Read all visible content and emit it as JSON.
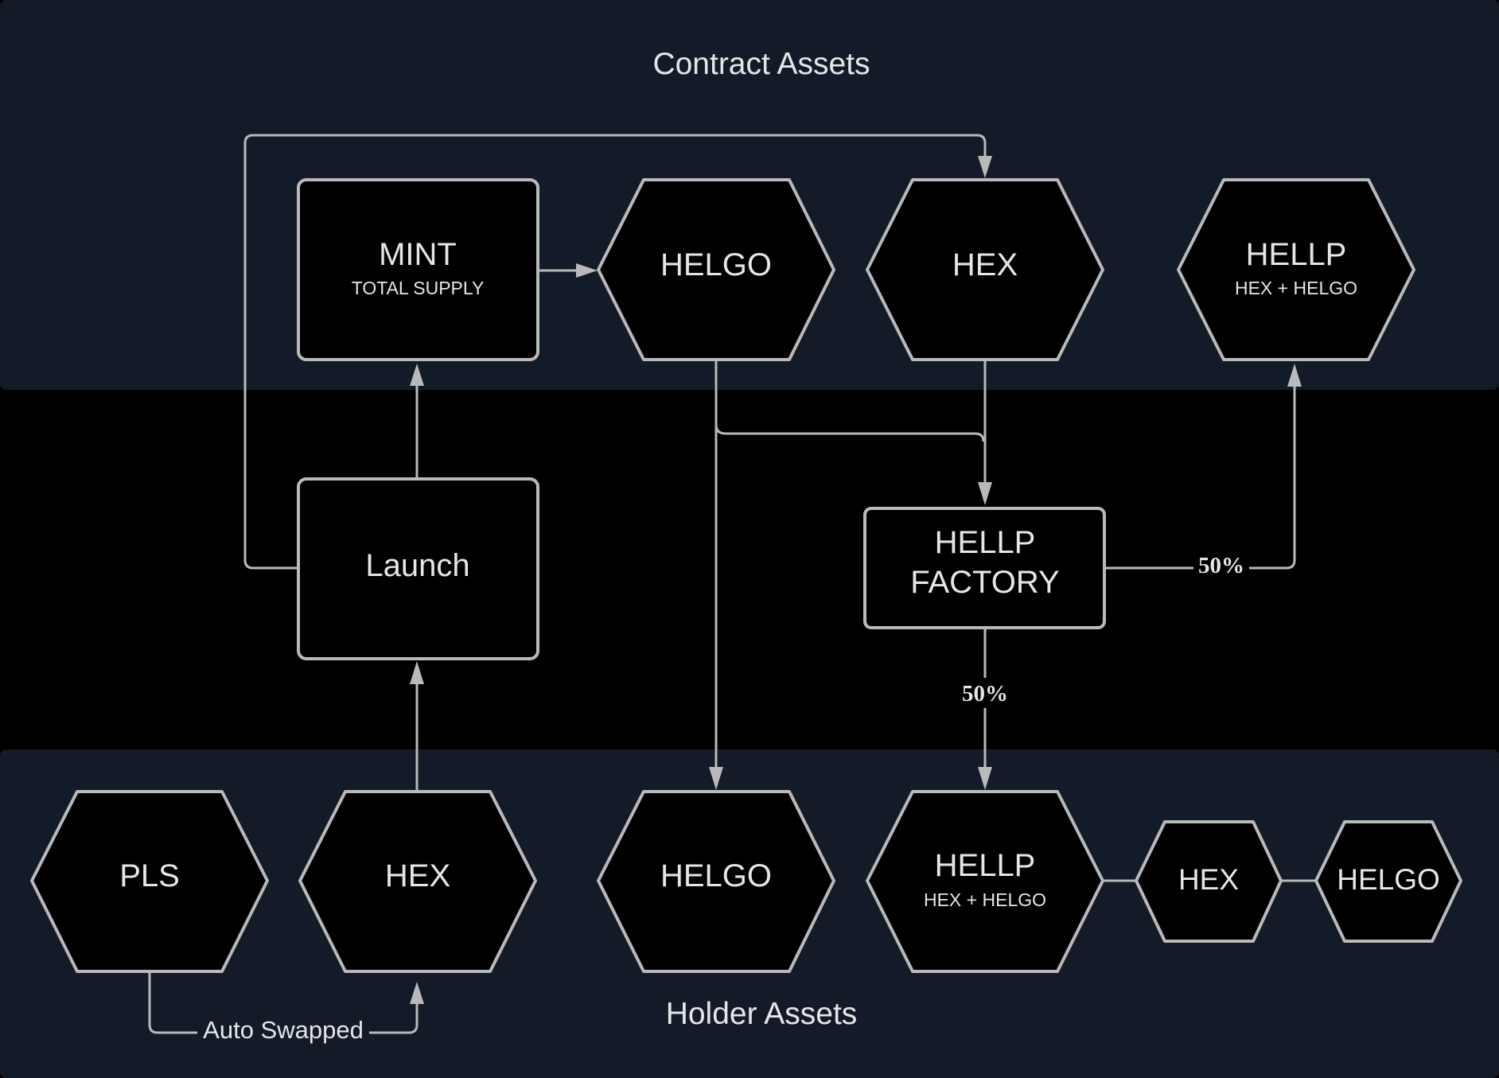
{
  "colors": {
    "lane_background": "#131b29",
    "middle_background": "#000000",
    "node_fill": "#000000",
    "node_stroke": "#b9b9b9",
    "connector": "#b9b9b9",
    "text": "#e6e6e6"
  },
  "lanes": {
    "top": "Contract Assets",
    "bottom": "Holder Assets"
  },
  "nodes": {
    "mint": {
      "title": "MINT",
      "subtitle": "TOTAL SUPPLY",
      "shape": "rectangle"
    },
    "helgo_contract": {
      "title": "HELGO",
      "shape": "hexagon"
    },
    "hex_contract": {
      "title": "HEX",
      "shape": "hexagon"
    },
    "hellp_contract": {
      "title": "HELLP",
      "subtitle": "HEX + HELGO",
      "shape": "hexagon"
    },
    "launch": {
      "title": "Launch",
      "shape": "rectangle"
    },
    "factory": {
      "title_line1": "HELLP",
      "title_line2": "FACTORY",
      "shape": "rectangle"
    },
    "pls": {
      "title": "PLS",
      "shape": "hexagon"
    },
    "hex_holder": {
      "title": "HEX",
      "shape": "hexagon"
    },
    "helgo_holder": {
      "title": "HELGO",
      "shape": "hexagon"
    },
    "hellp_holder": {
      "title": "HELLP",
      "subtitle": "HEX + HELGO",
      "shape": "hexagon"
    },
    "hex_small": {
      "title": "HEX",
      "shape": "hexagon"
    },
    "helgo_small": {
      "title": "HELGO",
      "shape": "hexagon"
    }
  },
  "edges": {
    "factory_to_hellp_contract": "50%",
    "factory_to_hellp_holder": "50%",
    "pls_to_hex_holder": "Auto Swapped"
  },
  "connections": [
    {
      "from": "mint",
      "to": "helgo_contract"
    },
    {
      "from": "launch",
      "to": "mint"
    },
    {
      "from": "launch",
      "to": "hex_contract"
    },
    {
      "from": "hex_holder",
      "to": "launch"
    },
    {
      "from": "pls",
      "to": "hex_holder"
    },
    {
      "from": "helgo_contract",
      "to": "helgo_holder"
    },
    {
      "from": "helgo_contract",
      "to": "factory"
    },
    {
      "from": "hex_contract",
      "to": "factory"
    },
    {
      "from": "factory",
      "to": "hellp_contract"
    },
    {
      "from": "factory",
      "to": "hellp_holder"
    },
    {
      "from": "hellp_holder",
      "to": "hex_small"
    },
    {
      "from": "hex_small",
      "to": "helgo_small"
    }
  ]
}
